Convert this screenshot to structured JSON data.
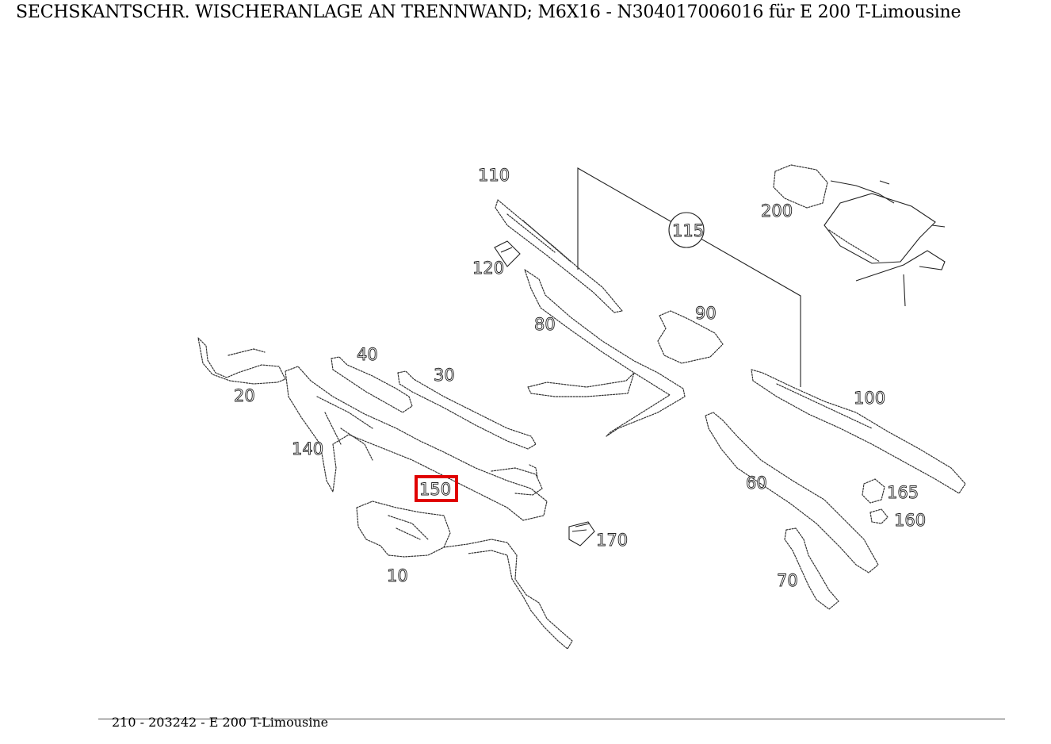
{
  "header": {
    "title": "SECHSKANTSCHR. WISCHERANLAGE AN TRENNWAND; M6X16 - N304017006016 für E 200 T-Limousine"
  },
  "diagram": {
    "labels": {
      "p110": "110",
      "p115": "115",
      "p200": "200",
      "p120": "120",
      "p80": "80",
      "p90": "90",
      "p40": "40",
      "p30": "30",
      "p20": "20",
      "p100": "100",
      "p140": "140",
      "p150": "150",
      "p60": "60",
      "p165": "165",
      "p160": "160",
      "p170": "170",
      "p10": "10",
      "p70": "70"
    },
    "highlighted_part": "150",
    "highlight_color": "#e00000"
  },
  "footer": {
    "caption": "210 - 203242 - E 200 T-Limousine"
  }
}
